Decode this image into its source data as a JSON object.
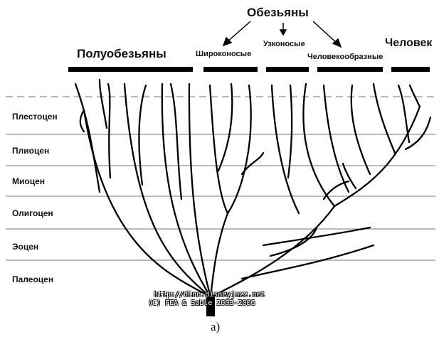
{
  "header": {
    "monkeys": "Обезьяны",
    "prosimians": "Полуобезьяны",
    "platyrrhines": "Широконосые",
    "catarrhines": "Узконосые",
    "hominoids": "Человекообразные",
    "human": "Человек"
  },
  "epochs": [
    "Плестоцен",
    "Плиоцен",
    "Миоцен",
    "Олигоцен",
    "Эоцен",
    "Палеоцен"
  ],
  "watermark": {
    "line1": "http://dino.disneyjazz.net",
    "line2": "(C) FEA & Sable 2003-2006"
  },
  "caption": "a)"
}
